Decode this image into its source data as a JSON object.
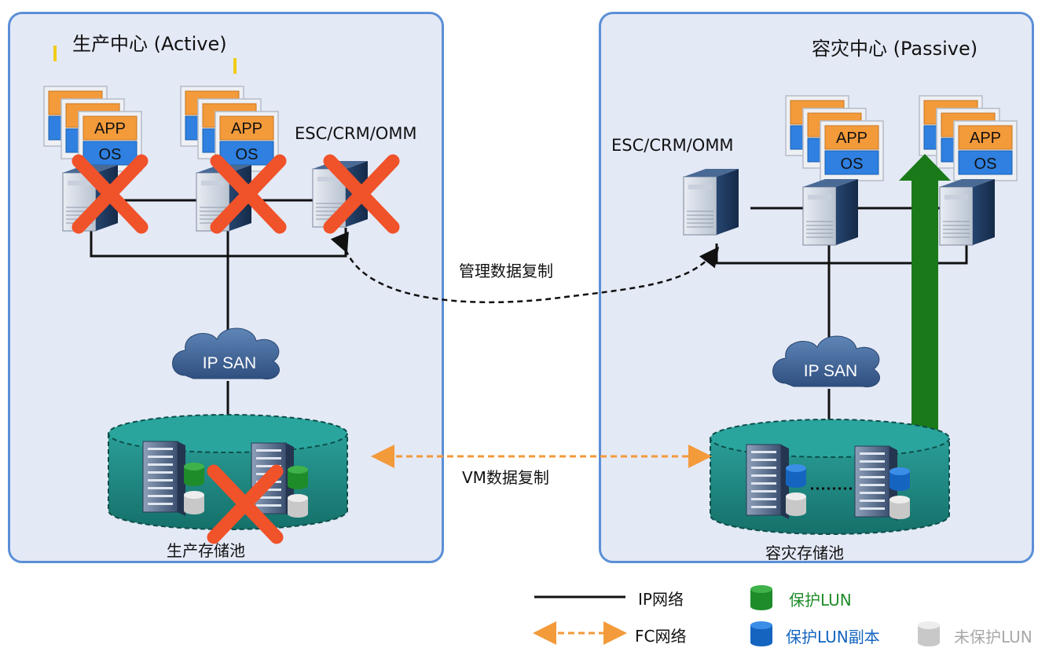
{
  "diagram": {
    "production": {
      "title": "生产中心 (Active)",
      "mgmt_label": "ESC/CRM/OMM",
      "vm_app": "APP",
      "vm_os": "OS",
      "san_label": "IP SAN",
      "pool_label": "生产存储池",
      "failed": true
    },
    "dr": {
      "title": "容灾中心 (Passive)",
      "mgmt_label": "ESC/CRM/OMM",
      "vm_app": "APP",
      "vm_os": "OS",
      "san_label": "IP SAN",
      "pool_label": "容灾存储池"
    },
    "links": {
      "mgmt_replication": "管理数据复制",
      "vm_replication": "VM数据复制"
    }
  },
  "legend": {
    "ip_network": "IP网络",
    "fc_network": "FC网络",
    "protected_lun": "保护LUN",
    "protected_lun_replica": "保护LUN副本",
    "unprotected_lun": "未保护LUN"
  },
  "colors": {
    "panel_border": "#5b8fd6",
    "panel_fill": "#e4e9f6",
    "app": "#f39a3b",
    "os": "#2f80e0",
    "fail_cross": "#f0522a",
    "failover_arrow": "#1a7a1a",
    "protected_lun": "#1f8c2a",
    "replica_lun": "#1565c0",
    "unprotected_lun": "#c8c8c8",
    "fc_line": "#f39a3b",
    "pool": "#1f8c85"
  }
}
